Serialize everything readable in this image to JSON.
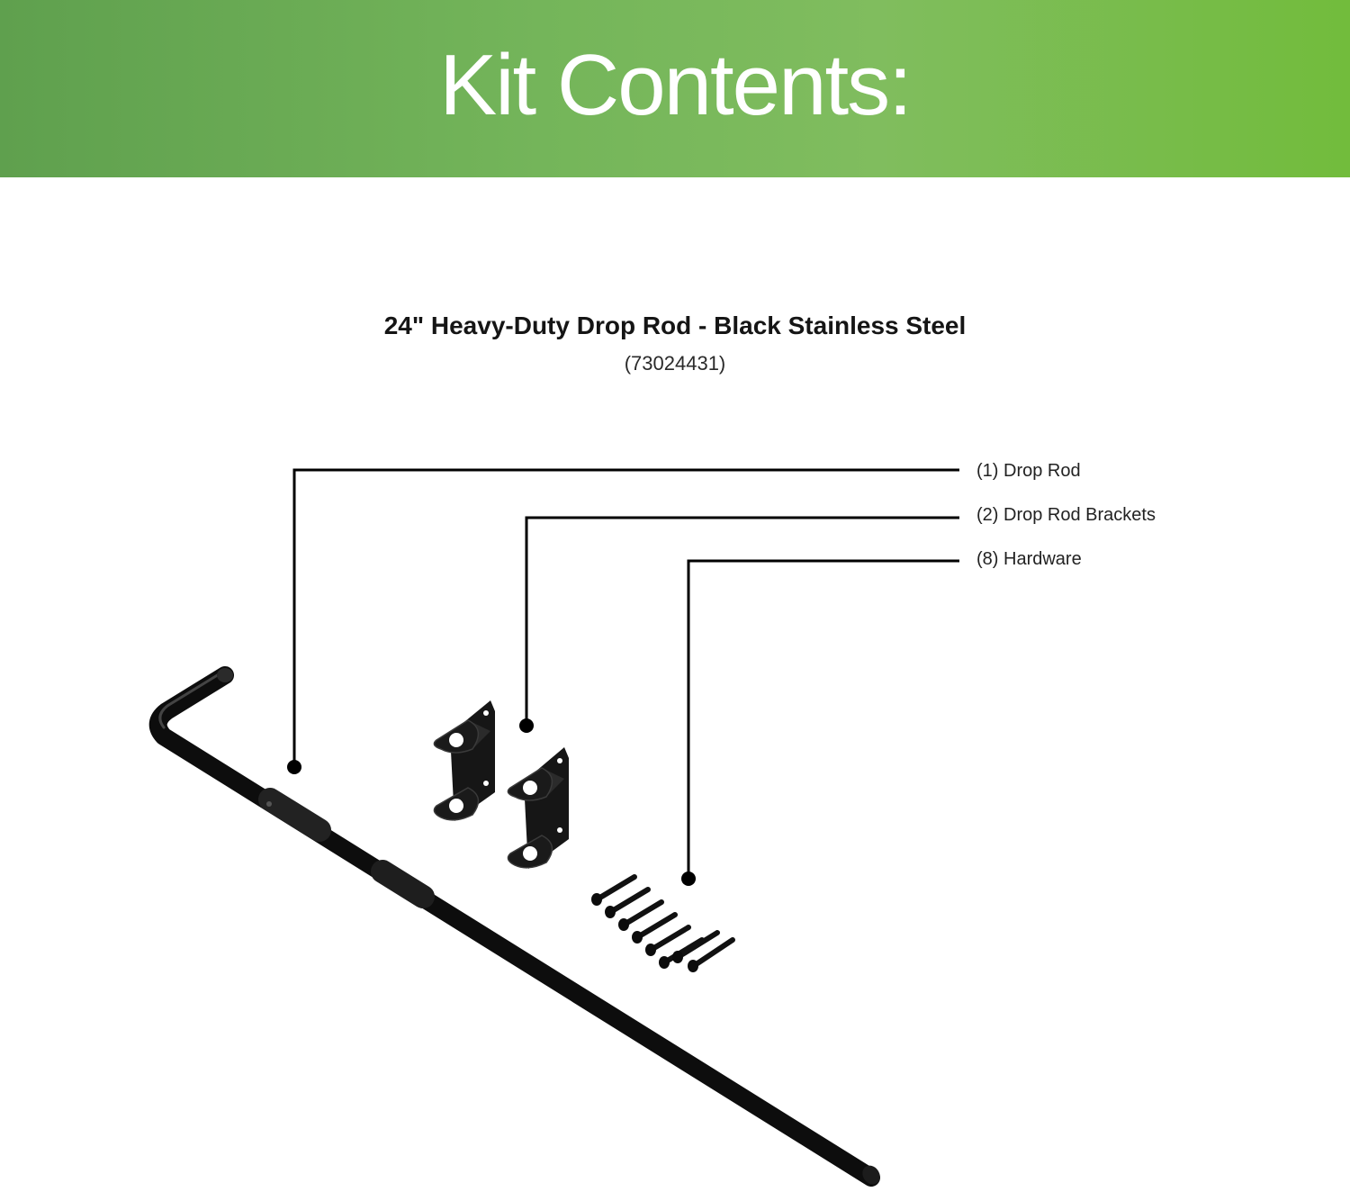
{
  "header": {
    "title": "Kit Contents:",
    "background_start": "#5fa04e",
    "background_end": "#72bc3c"
  },
  "product": {
    "name": "24\" Heavy-Duty Drop Rod - Black Stainless Steel",
    "code": "(73024431)"
  },
  "callouts": [
    {
      "label": "(1) Drop Rod",
      "part": "drop-rod"
    },
    {
      "label": "(2) Drop Rod Brackets",
      "part": "drop-rod-brackets"
    },
    {
      "label": "(8) Hardware",
      "part": "hardware-screws"
    }
  ],
  "colors": {
    "parts": "#111111",
    "leader_lines": "#000000"
  }
}
